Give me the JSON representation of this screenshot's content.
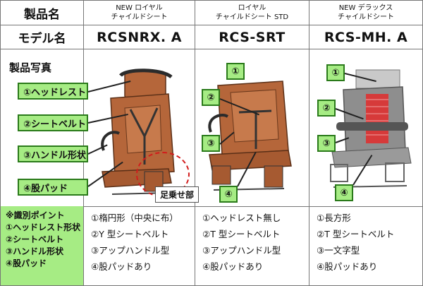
{
  "header": {
    "product_name_label": "製品名",
    "model_name_label": "モデル名",
    "photo_label": "製品写真"
  },
  "products": [
    {
      "name_line1": "NEW ロイヤル",
      "name_line2": "チャイルドシート",
      "model": "RCSNRX. A",
      "features": [
        "①楕円形（中央に布）",
        "②Y 型シートベルト",
        "③アップハンドル型",
        "④股パッドあり"
      ]
    },
    {
      "name_line1": "ロイヤル",
      "name_line2": "チャイルドシート STD",
      "model": "RCS-SRT",
      "features": [
        "①ヘッドレスト無し",
        "②T 型シートベルト",
        "③アップハンドル型",
        "④股パッドあり"
      ]
    },
    {
      "name_line1": "NEW デラックス",
      "name_line2": "チャイルドシート",
      "model": "RCS-MH. A",
      "features": [
        "①長方形",
        "②T 型シートベルト",
        "③一文字型",
        "④股パッドあり"
      ]
    }
  ],
  "callouts": [
    "①ヘッドレスト",
    "②シートベルト",
    "③ハンドル形状",
    "④股パッド"
  ],
  "numbers": [
    "①",
    "②",
    "③",
    "④"
  ],
  "foot_label": "足乗せ部",
  "ident": {
    "title": "※識別ポイント",
    "items": [
      "①ヘッドレスト形状",
      "②シートベルト",
      "③ハンドル形状",
      "④股パッド"
    ]
  },
  "colors": {
    "highlight_green": "#a6ec84",
    "seat_brown": "#b5663a",
    "seat_gray": "#8e8e8e",
    "stripe_red": "#d63a3a"
  }
}
